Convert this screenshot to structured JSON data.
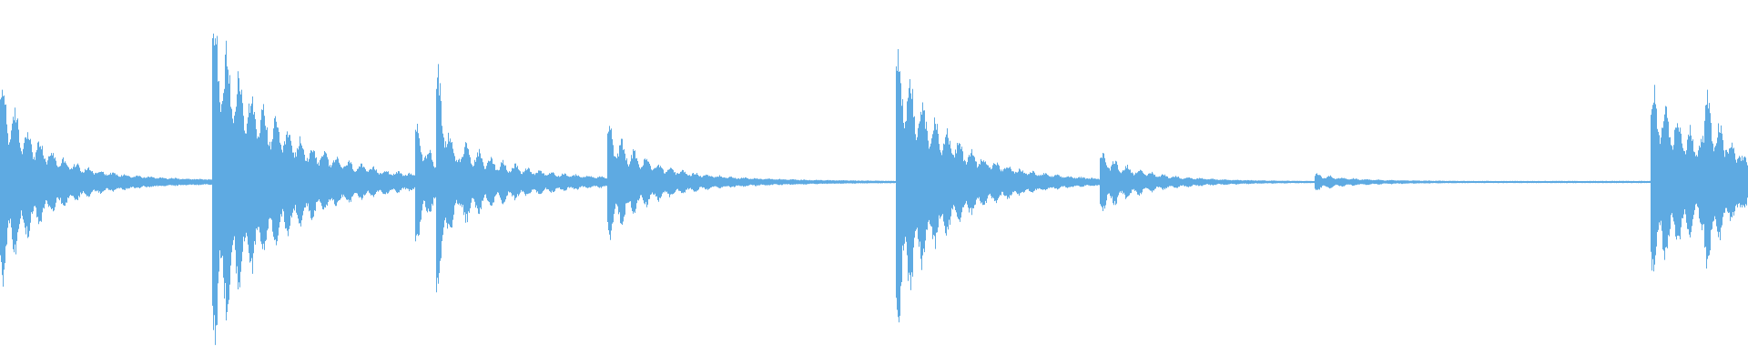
{
  "waveform": {
    "color": "#5eaae2",
    "background": "#ffffff",
    "envelope_description_note": "",
    "onsets": [
      {
        "t": 0.0,
        "peak": 0.46,
        "decay": 0.03,
        "floor": 0.05
      },
      {
        "t": 0.121,
        "peak": 0.75,
        "decay": 0.06,
        "floor": 0.05
      },
      {
        "t": 0.237,
        "peak": 0.3,
        "decay": 0.01,
        "floor": 0.06
      },
      {
        "t": 0.249,
        "peak": 0.62,
        "decay": 0.008,
        "floor": 0.06
      },
      {
        "t": 0.265,
        "peak": 0.18,
        "decay": 0.04,
        "floor": 0.05
      },
      {
        "t": 0.347,
        "peak": 0.26,
        "decay": 0.03,
        "floor": 0.04
      },
      {
        "t": 0.512,
        "peak": 0.65,
        "decay": 0.04,
        "floor": 0.04
      },
      {
        "t": 0.629,
        "peak": 0.14,
        "decay": 0.03,
        "floor": 0.02
      },
      {
        "t": 0.752,
        "peak": 0.04,
        "decay": 0.02,
        "floor": 0.015
      },
      {
        "t": 0.944,
        "peak": 0.44,
        "decay": 0.06,
        "floor": 0.04
      },
      {
        "t": 0.975,
        "peak": 0.42,
        "decay": 0.02,
        "floor": 0.04
      }
    ]
  }
}
